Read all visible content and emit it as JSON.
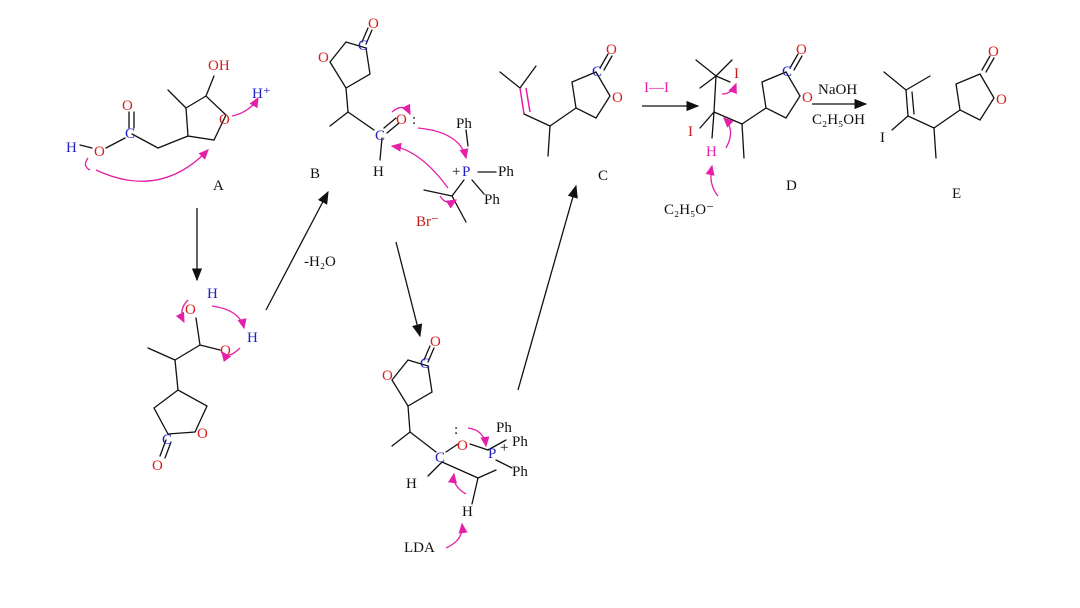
{
  "labels": {
    "A": "A",
    "B": "B",
    "C": "C",
    "D": "D",
    "E": "E"
  },
  "reagents": {
    "dehydration": "-H₂O",
    "lda": "LDA",
    "iodine": "I—I",
    "naoh": "NaOH",
    "solvent": "C₂H₅OH",
    "ethoxide": "C₂H₅O⁻",
    "bromide": "Br⁻",
    "proton": "H⁺"
  },
  "atoms": {
    "O": "O",
    "C": "C",
    "H": "H",
    "OH": "OH",
    "P": "P",
    "I": "I",
    "Ph": "Ph",
    "plus": "+"
  },
  "colors": {
    "oxygen": "#d62020",
    "carbon_highlight": "#2020c0",
    "arrow_pink": "#e61fa8"
  }
}
